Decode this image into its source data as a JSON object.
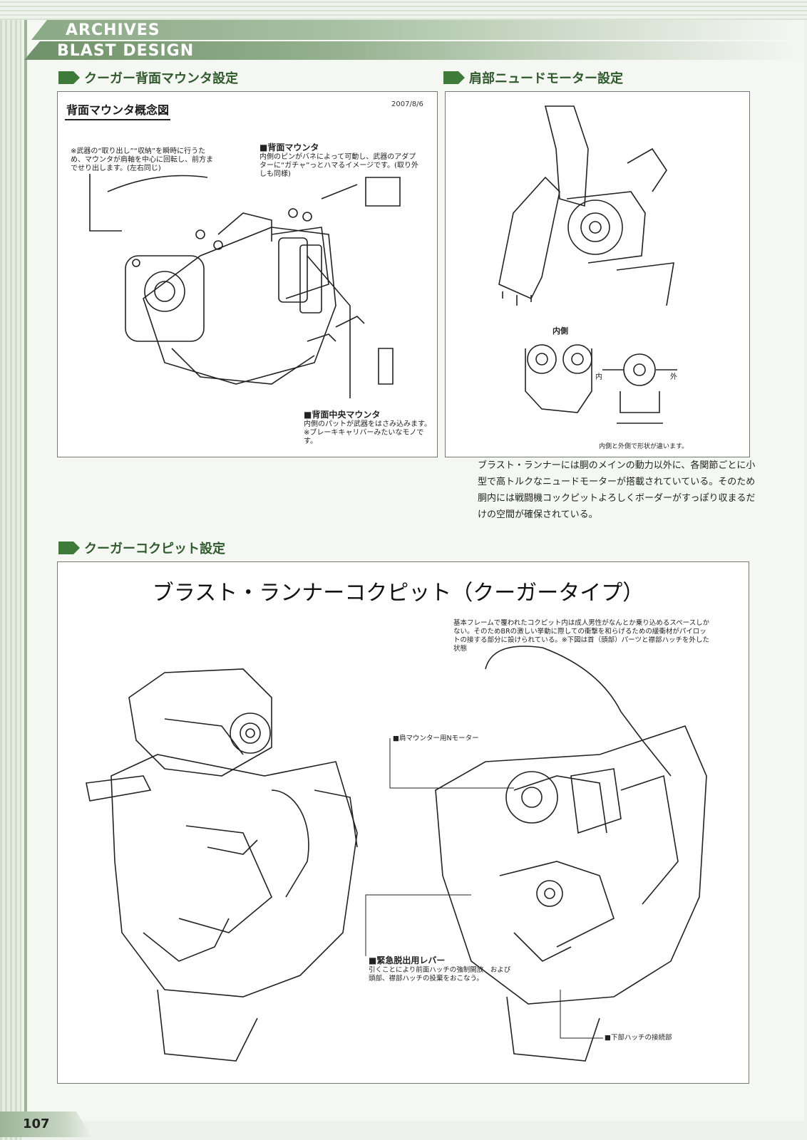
{
  "header": {
    "line1": "ARCHIVES",
    "line2": "BLAST DESIGN"
  },
  "sections": {
    "back_mount": {
      "heading": "クーガー背面マウンタ設定",
      "box_title": "背面マウンタ概念図",
      "date": "2007/8/6",
      "note_left": "※武器の“取り出し”“収納”を瞬時に行うため、マウンタが肩軸を中心に回転し、前方までせり出します。(左右同じ)",
      "note_mount_title": "■背面マウンタ",
      "note_mount_body": "内側のピンがバネによって可動し、武器のアダプターに“ガチャ”っとハマるイメージです。(取り外しも同様)",
      "note_center_title": "■背面中央マウンタ",
      "note_center_body": "内側のパットが武器をはさみ込みます。※ブレーキキャリバーみたいなモノです。"
    },
    "shoulder": {
      "heading": "肩部ニュードモーター設定",
      "inner_label": "内側",
      "in_label": "内",
      "out_label": "外",
      "caption": "内側と外側で形状が違います。",
      "description": "ブラスト・ランナーには胴のメインの動力以外に、各関節ごとに小型で高トルクなニュードモーターが搭載されていている。そのため胴内には戦闘機コックピットよろしくボーダーがすっぽり収まるだけの空間が確保されている。"
    },
    "cockpit": {
      "heading": "クーガーコクピット設定",
      "title": "ブラスト・ランナーコクピット（クーガータイプ）",
      "note": "基本フレームで覆われたコクピット内は成人男性がなんとか乗り込めるスペースしかない。そのためBRの激しい挙動に際しての衝撃を和らげるための緩衝材がパイロットの接する部分に設けられている。※下図は首（頭部）パーツと襟部ハッチを外した状態",
      "label_motor": "■肩マウンター用Nモーター",
      "label_lever_title": "■緊急脱出用レバー",
      "label_lever_body": "引くことにより前面ハッチの強制開放、および頭部、襟部ハッチの投棄をおこなう。",
      "label_hatch": "■下部ハッチの接続部"
    }
  },
  "page_number": "107"
}
